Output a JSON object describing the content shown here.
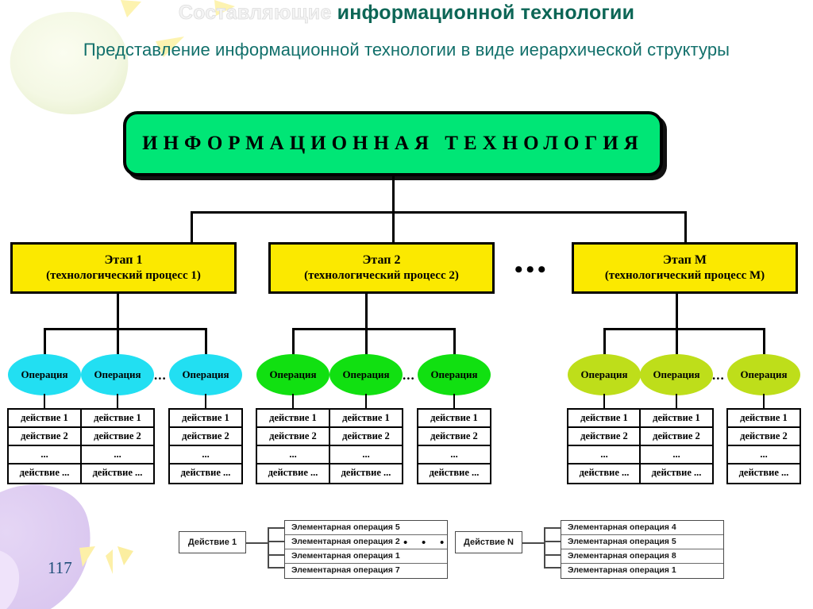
{
  "header": {
    "title_faded": "Составляющие",
    "title_strong": "информационной технологии",
    "subtitle": "Представление информационной технологии в виде иерархической структуры",
    "colors": {
      "faded": "#f4f4f4",
      "strong": "#0c6656",
      "subtitle": "#12706b"
    }
  },
  "page_number": "117",
  "diagram": {
    "root": {
      "label": "ИНФОРМАЦИОННАЯ ТЕХНОЛОГИЯ",
      "fill": "#00e676",
      "stroke": "#000000"
    },
    "stage_ellipsis": "•••",
    "stages": [
      {
        "line1": "Этап 1",
        "line2": "(технологический процесс 1)",
        "fill": "#fbe900",
        "operation_fill": "#22dff2",
        "operations": [
          {
            "label": "Операция"
          },
          {
            "label": "Операция"
          },
          {
            "label": "Операция"
          }
        ],
        "operations_ellipsis": "...",
        "actions": [
          [
            "действие 1",
            "действие 2",
            "...",
            "действие ..."
          ],
          [
            "действие 1",
            "действие 2",
            "...",
            "действие ..."
          ],
          [
            "действие 1",
            "действие 2",
            "...",
            "действие ..."
          ]
        ]
      },
      {
        "line1": "Этап 2",
        "line2": "(технологический процесс 2)",
        "fill": "#fbe900",
        "operation_fill": "#11e011",
        "operations": [
          {
            "label": "Операция"
          },
          {
            "label": "Операция"
          },
          {
            "label": "Операция"
          }
        ],
        "operations_ellipsis": "...",
        "actions": [
          [
            "действие 1",
            "действие 2",
            "...",
            "действие ..."
          ],
          [
            "действие 1",
            "действие 2",
            "...",
            "действие ..."
          ],
          [
            "действие 1",
            "действие 2",
            "...",
            "действие ..."
          ]
        ]
      },
      {
        "line1": "Этап  М",
        "line2": "(технологический процесс М)",
        "fill": "#fbe900",
        "operation_fill": "#bede1a",
        "operations": [
          {
            "label": "Операция"
          },
          {
            "label": "Операция"
          },
          {
            "label": "Операция"
          }
        ],
        "operations_ellipsis": "...",
        "actions": [
          [
            "действие 1",
            "действие 2",
            "...",
            "действие ..."
          ],
          [
            "действие 1",
            "действие 2",
            "...",
            "действие ..."
          ],
          [
            "действие 1",
            "действие 2",
            "...",
            "действие ..."
          ]
        ]
      }
    ]
  },
  "detail": {
    "ellipsis": "• • •",
    "groups": [
      {
        "action_label": "Действие 1",
        "operations": [
          "Элементарная операция 5",
          "Элементарная операция 2",
          "Элементарная операция 1",
          "Элементарная операция 7"
        ]
      },
      {
        "action_label": "Действие N",
        "operations": [
          "Элементарная операция 4",
          "Элементарная операция 5",
          "Элементарная операция 8",
          "Элементарная операция 1"
        ]
      }
    ]
  }
}
